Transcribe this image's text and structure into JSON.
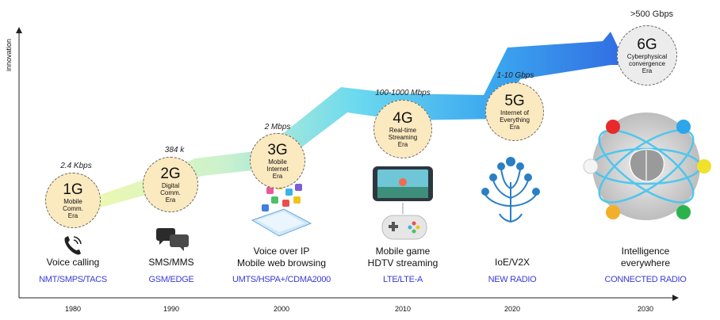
{
  "axis": {
    "y_label": "innovation",
    "years": [
      "1980",
      "1990",
      "2000",
      "2010",
      "2020",
      "2030"
    ]
  },
  "generations": [
    {
      "speed": "2.4 Kbps",
      "title": "1G",
      "era": [
        "Mobile",
        "Comm.",
        "Era"
      ],
      "apps": [
        "Voice calling"
      ],
      "tech": "NMT/SMPS/TACS"
    },
    {
      "speed": "384 k",
      "title": "2G",
      "era": [
        "Digital",
        "Comm.",
        "Era"
      ],
      "apps": [
        "SMS/MMS"
      ],
      "tech": "GSM/EDGE"
    },
    {
      "speed": "2 Mbps",
      "title": "3G",
      "era": [
        "Mobile",
        "Internet",
        "Era"
      ],
      "apps": [
        "Voice over IP",
        "Mobile web browsing"
      ],
      "tech": "UMTS/HSPA+/CDMA2000"
    },
    {
      "speed": "100-1000 Mbps",
      "title": "4G",
      "era": [
        "Real-time",
        "Streaming",
        "Era"
      ],
      "apps": [
        "Mobile game",
        "HDTV streaming"
      ],
      "tech": "LTE/LTE-A"
    },
    {
      "speed": "1-10 Gbps",
      "title": "5G",
      "era": [
        "Internet of",
        "Everything",
        "Era"
      ],
      "apps": [
        "IoE/V2X"
      ],
      "tech": "NEW RADIO"
    },
    {
      "speed": ">500 Gbps",
      "title": "6G",
      "era": [
        "Cyberphysical",
        "convergence",
        "Era"
      ],
      "apps": [
        "Intelligence",
        "everywhere"
      ],
      "tech": "CONNECTED RADIO"
    }
  ],
  "colors": {
    "tech_text": "#3a3ad6",
    "circle_fill": "#fbe9c0",
    "circle_6g_fill": "#ececec",
    "arrow_start": "#e8f59a",
    "arrow_mid": "#5fd6ee",
    "arrow_end": "#1f5fe0"
  },
  "icons": [
    "phone-icon",
    "chat-bubbles-icon",
    "smartphone-apps-icon",
    "tablet-gamepad-icon",
    "iot-tree-icon",
    "brain-network-icon"
  ]
}
